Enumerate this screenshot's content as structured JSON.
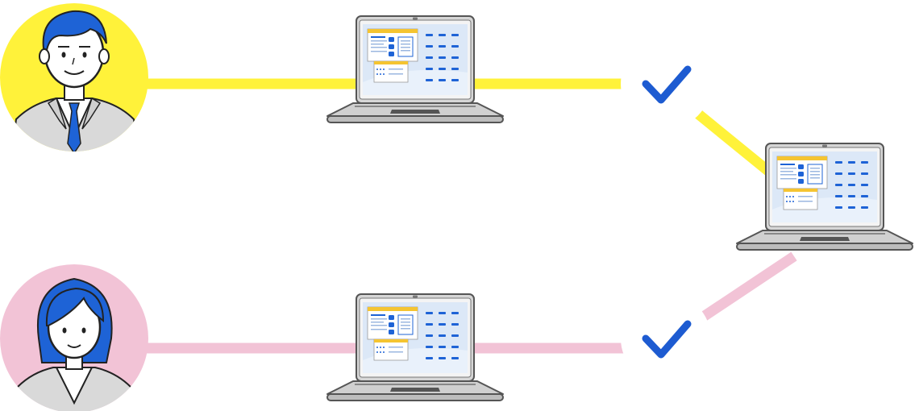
{
  "colors": {
    "yellow_line": "#fff23a",
    "pink_line": "#f2c3d6",
    "avatar_male_bg": "#fff23a",
    "avatar_female_bg": "#f2c3d6",
    "hair": "#1e63d6",
    "tie": "#1e63d6",
    "check": "#1d5bd1",
    "check_circle": "#ffffff",
    "laptop_body": "#cfcfcf",
    "laptop_outline": "#555555",
    "screen_bg": "#dce8f7",
    "window_header": "#f5c431",
    "window_accent": "#1e63d6"
  },
  "nodes": [
    {
      "id": "user-male",
      "kind": "person",
      "icon": "businessman-avatar"
    },
    {
      "id": "user-female",
      "kind": "person",
      "icon": "businesswoman-avatar"
    },
    {
      "id": "laptop-top",
      "kind": "device",
      "icon": "laptop-icon"
    },
    {
      "id": "laptop-bottom",
      "kind": "device",
      "icon": "laptop-icon"
    },
    {
      "id": "laptop-right",
      "kind": "device",
      "icon": "laptop-icon"
    },
    {
      "id": "check-top",
      "kind": "status",
      "icon": "checkmark-icon"
    },
    {
      "id": "check-bottom",
      "kind": "status",
      "icon": "checkmark-icon"
    }
  ],
  "connections": [
    {
      "from": "user-male",
      "to": "laptop-top",
      "color": "yellow"
    },
    {
      "from": "laptop-top",
      "to": "check-top",
      "color": "yellow"
    },
    {
      "from": "check-top",
      "to": "laptop-right",
      "color": "yellow"
    },
    {
      "from": "user-female",
      "to": "laptop-bottom",
      "color": "pink"
    },
    {
      "from": "laptop-bottom",
      "to": "check-bottom",
      "color": "pink"
    },
    {
      "from": "check-bottom",
      "to": "laptop-right",
      "color": "pink"
    }
  ]
}
